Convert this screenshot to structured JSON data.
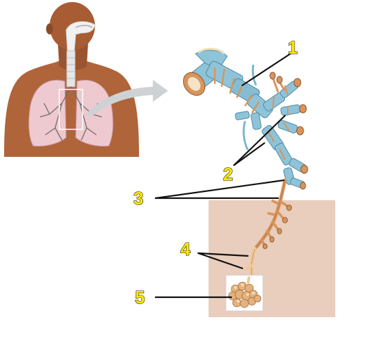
{
  "colors": {
    "skin": "#b0643a",
    "skin_dark": "#7a3d1f",
    "lung": "#eec9cf",
    "airway": "#8fc3d8",
    "airway_ring": "#d8945c",
    "alveoli": "#e3b27e",
    "inset_bg": "#e9cdbd",
    "arrow": "#cfd2d4",
    "label_fill": "#ffe600"
  },
  "icons": {
    "arrow": "callout-arrow-icon",
    "alveoli": "alveoli-cluster-icon"
  },
  "labels": [
    {
      "id": "1",
      "text": "1"
    },
    {
      "id": "2",
      "text": "2"
    },
    {
      "id": "3",
      "text": "3"
    },
    {
      "id": "4",
      "text": "4"
    },
    {
      "id": "5",
      "text": "5"
    }
  ]
}
